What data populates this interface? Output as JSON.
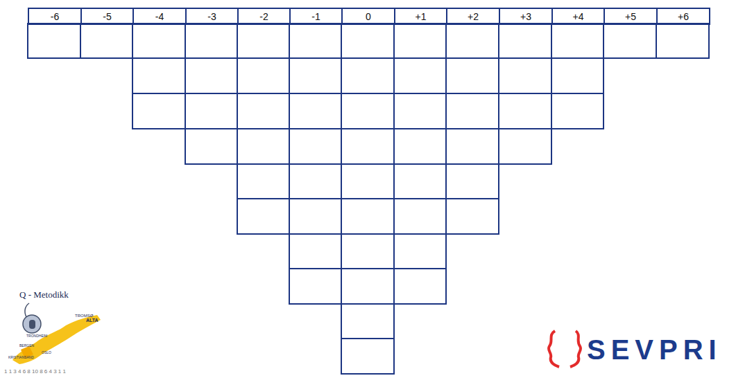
{
  "diagram": {
    "nodes": [
      {
        "text": [
          "-6"
        ]
      },
      {
        "text": [
          "-5"
        ]
      },
      {
        "text": [
          "-4"
        ]
      },
      {
        "text": [
          "-3"
        ]
      },
      {
        "text": [
          "-2"
        ]
      },
      {
        "text": [
          "-1"
        ]
      },
      {
        "text": [
          "0"
        ]
      },
      {
        "text": [
          "+1"
        ]
      },
      {
        "text": [
          "+2"
        ]
      },
      {
        "text": [
          "+3"
        ]
      },
      {
        "text": [
          "+4"
        ]
      },
      {
        "text": [
          "+5"
        ]
      },
      {
        "text": [
          "+6"
        ]
      }
    ],
    "labels": [
      "Q - Metodikk",
      "TROMSØ",
      "ALTA",
      "TRONDHEIM",
      "BERGEN",
      "OSLO",
      "KRISTIANSAND",
      "1 1 3 4 6 8 10 8 6 4 3 1 1",
      "SEVPRI"
    ]
  }
}
